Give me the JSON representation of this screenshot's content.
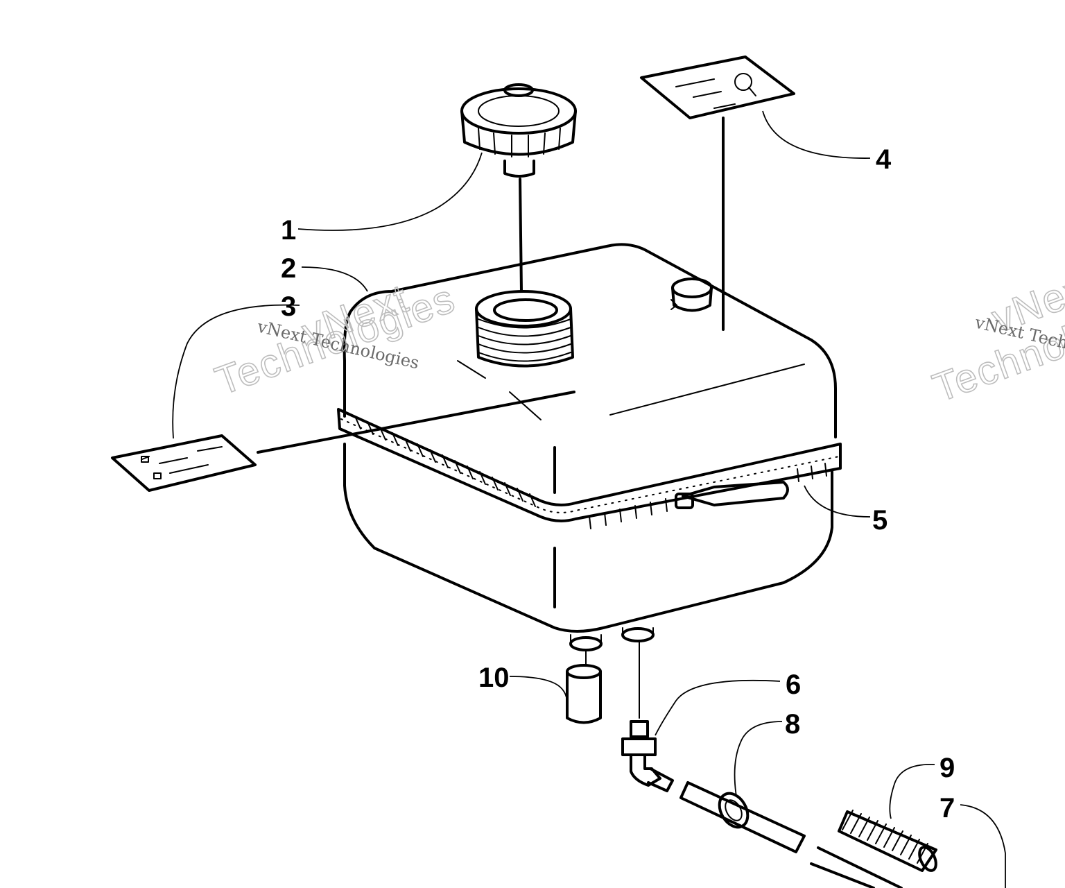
{
  "callouts": [
    {
      "id": "1",
      "label": "1"
    },
    {
      "id": "2",
      "label": "2"
    },
    {
      "id": "3",
      "label": "3"
    },
    {
      "id": "4",
      "label": "4"
    },
    {
      "id": "5",
      "label": "5"
    },
    {
      "id": "6",
      "label": "6"
    },
    {
      "id": "7",
      "label": "7"
    },
    {
      "id": "8",
      "label": "8"
    },
    {
      "id": "9",
      "label": "9"
    },
    {
      "id": "10",
      "label": "10"
    }
  ],
  "watermark": {
    "text_small": "vNext Technologies",
    "text_large_line1": "vNext",
    "text_large_line2": "Technologies"
  },
  "colors": {
    "ink": "#000000",
    "background": "#ffffff",
    "watermark": "#bdbdbd"
  }
}
